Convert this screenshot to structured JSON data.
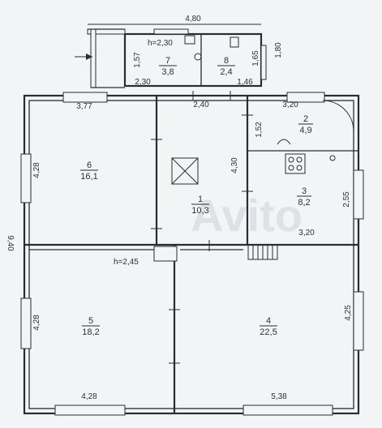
{
  "rooms": [
    {
      "number": "1",
      "area": "10,3"
    },
    {
      "number": "2",
      "area": "4,9"
    },
    {
      "number": "3",
      "area": "8,2"
    },
    {
      "number": "4",
      "area": "22,5"
    },
    {
      "number": "5",
      "area": "18,2"
    },
    {
      "number": "6",
      "area": "16,1"
    },
    {
      "number": "7",
      "area": "3,8"
    },
    {
      "number": "8",
      "area": "2,4"
    }
  ],
  "heights": {
    "veranda": "h=2,30",
    "house": "h=2,45"
  },
  "dimensions": {
    "top_480": "4,80",
    "d_157": "1,57",
    "d_165": "1,65",
    "d_180": "1,80",
    "d_230": "2,30",
    "d_146": "1,46",
    "d_377": "3,77",
    "d_240": "2,40",
    "d_320_top": "3,20",
    "d_152": "1,52",
    "d_428_left_top": "4,28",
    "d_430": "4,30",
    "d_255": "2,55",
    "d_320_mid": "3,20",
    "d_428_left_bottom": "4,28",
    "d_425": "4,25",
    "d_428_bottom": "4,28",
    "d_538": "5,38",
    "outer_left": "9,40"
  },
  "watermark": "Avito"
}
